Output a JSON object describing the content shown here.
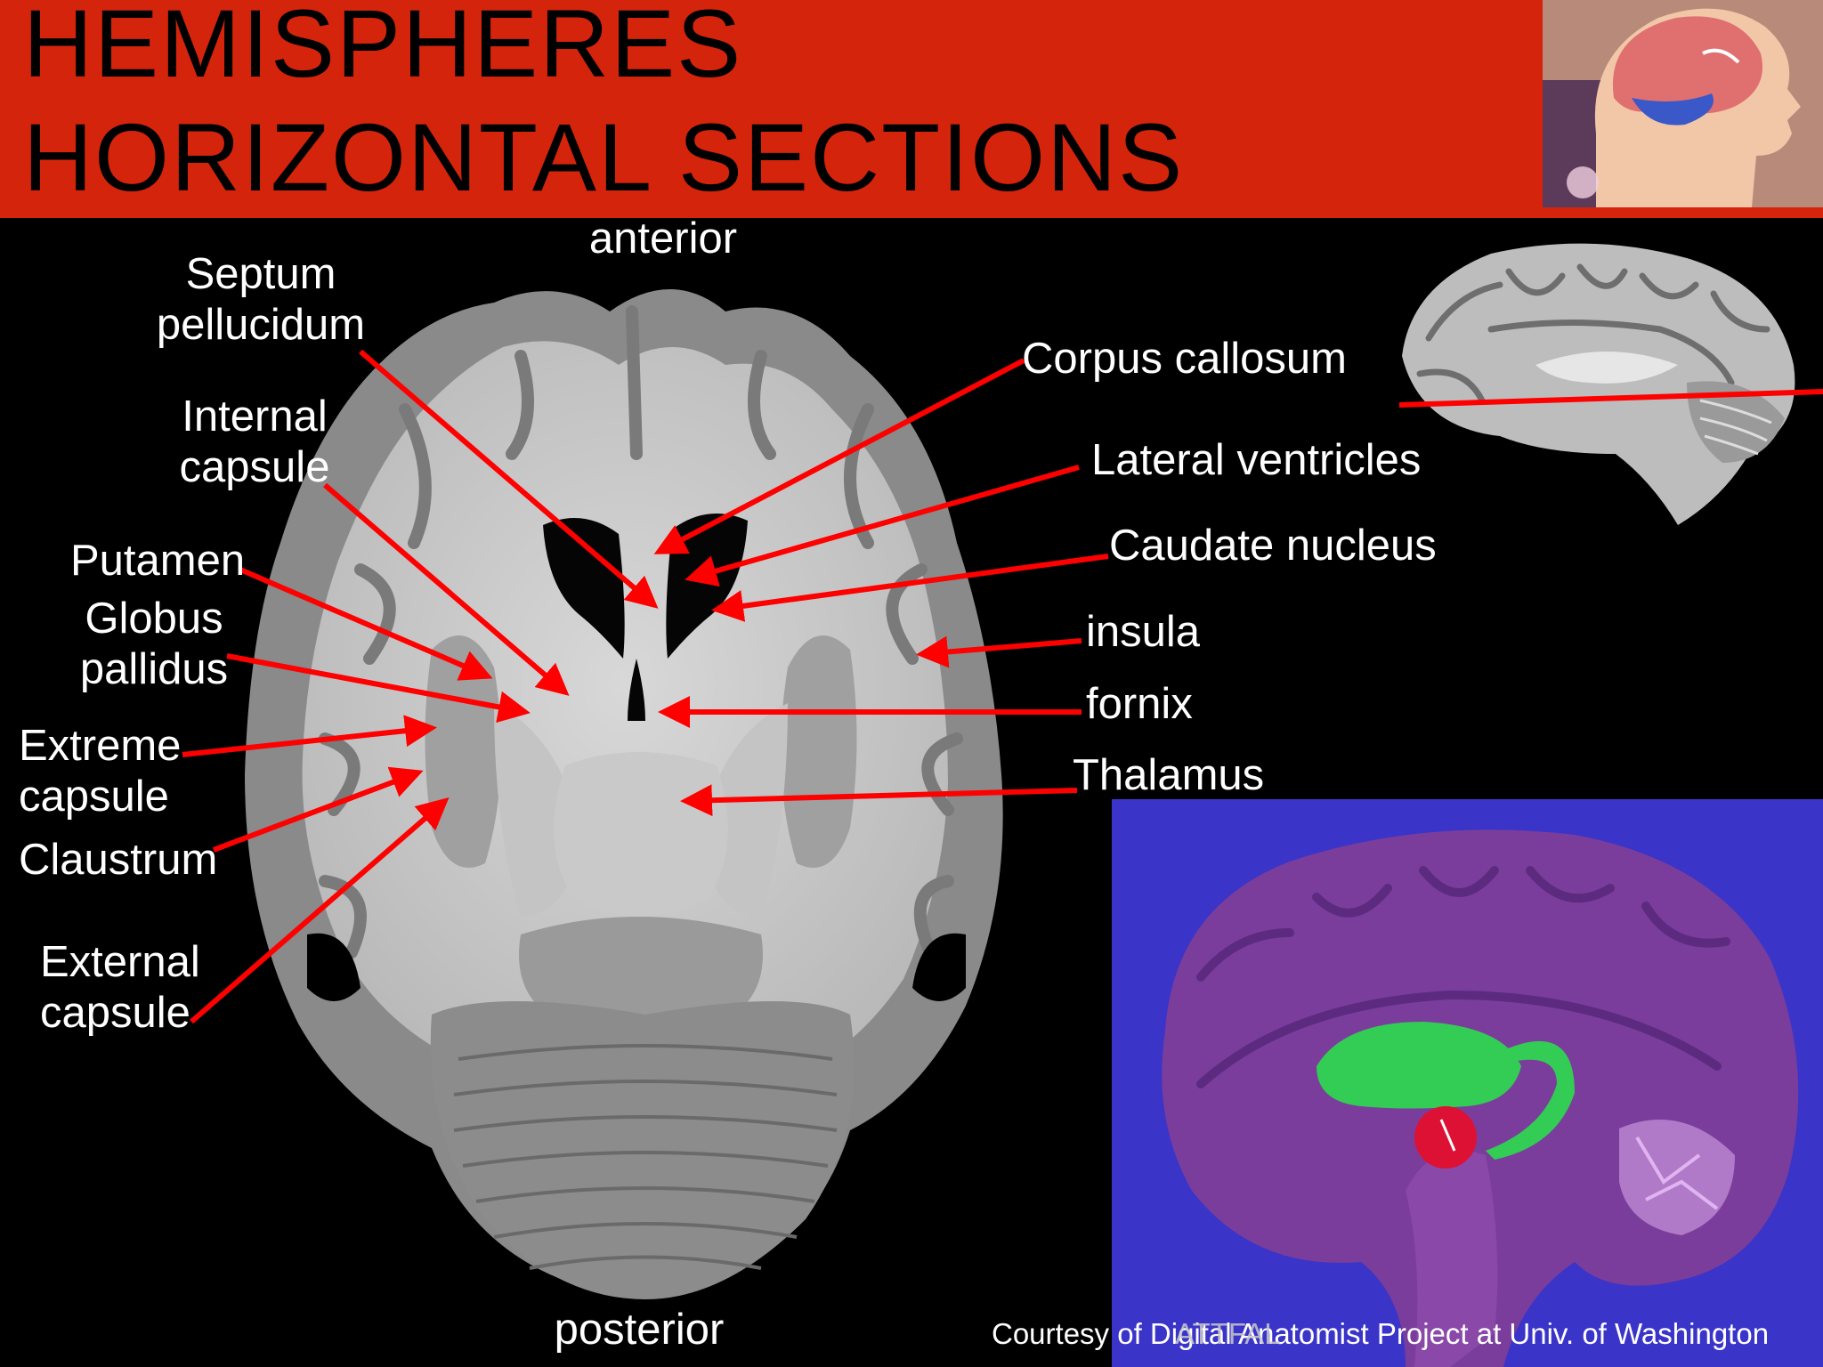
{
  "title": {
    "line1": "HEMISPHERES",
    "line2": "HORIZONTAL SECTIONS"
  },
  "orientation": {
    "top": "anterior",
    "bottom": "posterior"
  },
  "labels_left": {
    "septum": [
      "Septum",
      "pellucidum"
    ],
    "internal_capsule": [
      "Internal",
      "capsule"
    ],
    "putamen": "Putamen",
    "globus_pallidus": [
      "Globus",
      "pallidus"
    ],
    "extreme_capsule": [
      "Extreme",
      "capsule"
    ],
    "claustrum": "Claustrum",
    "external_capsule": [
      "External",
      "capsule"
    ]
  },
  "labels_right": {
    "corpus_callosum": "Corpus callosum",
    "lateral_ventricles": "Lateral ventricles",
    "caudate_nucleus": "Caudate nucleus",
    "insula": "insula",
    "fornix": "fornix",
    "thalamus": "Thalamus"
  },
  "credit": "Courtesy of Digital Anatomist Project at Univ. of Washington",
  "credit_overlay": "ATTFAL",
  "colors": {
    "header": "#d4240c",
    "arrow": "#ff0000",
    "background": "#000000",
    "model_bg": "#3a34c8"
  }
}
